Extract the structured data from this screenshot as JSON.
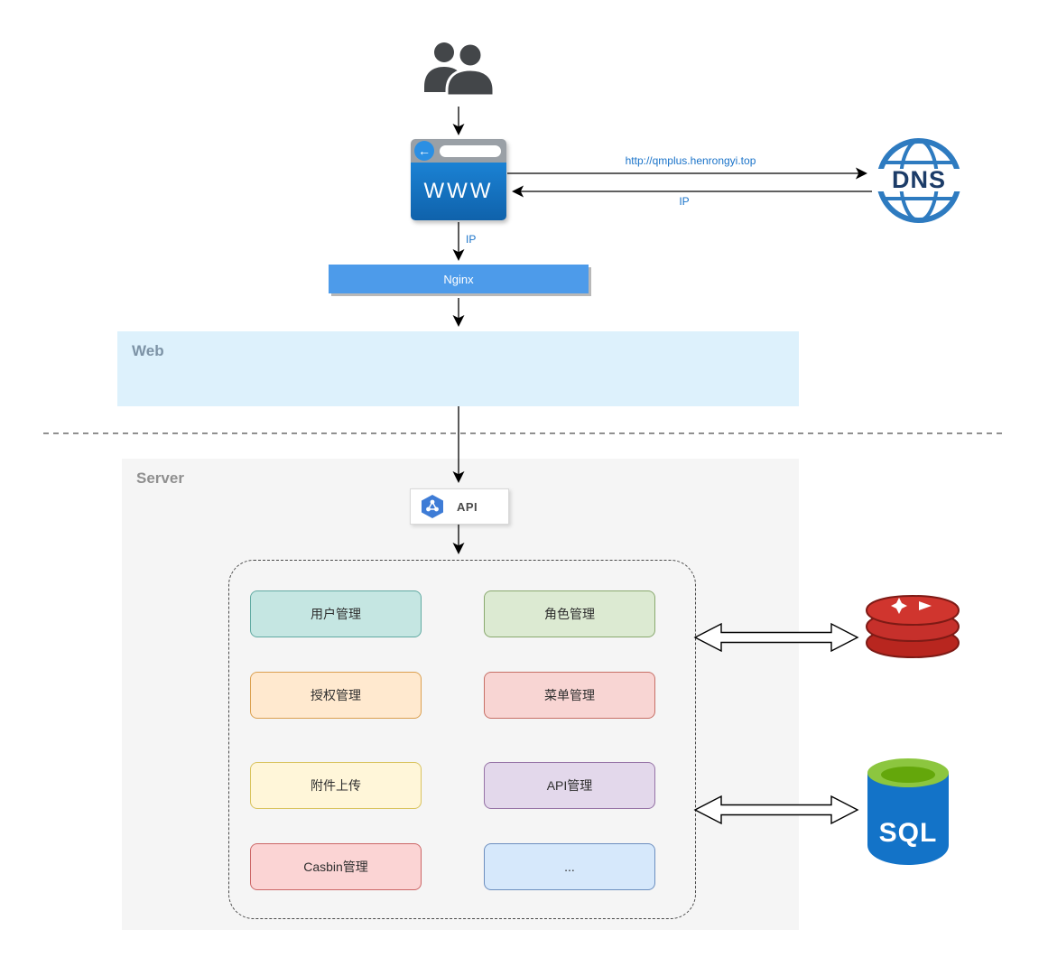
{
  "zones": {
    "web": {
      "label": "Web",
      "fill": "#ddf1fc"
    },
    "server": {
      "label": "Server",
      "fill": "#f5f5f5"
    }
  },
  "nodes": {
    "browser": {
      "label": "WWW"
    },
    "dns": {
      "label": "DNS"
    },
    "nginx": {
      "label": "Nginx",
      "fill": "#4d9bea"
    },
    "api": {
      "label": "API"
    },
    "sql": {
      "label": "SQL"
    }
  },
  "edges": {
    "request_url": "http://qmplus.henrongyi.top",
    "response_ip": "IP",
    "forward_ip": "IP"
  },
  "icons": {
    "back_arrow": "←"
  },
  "modules": [
    {
      "label": "用户管理",
      "fill": "#c5e6e2",
      "border": "#61aaa2"
    },
    {
      "label": "角色管理",
      "fill": "#dcead2",
      "border": "#89a96e"
    },
    {
      "label": "授权管理",
      "fill": "#ffe9cf",
      "border": "#dba050"
    },
    {
      "label": "菜单管理",
      "fill": "#f8d5d3",
      "border": "#c76f66"
    },
    {
      "label": "附件上传",
      "fill": "#fff6d9",
      "border": "#d9c35e"
    },
    {
      "label": "API管理",
      "fill": "#e3d8eb",
      "border": "#9673a6"
    },
    {
      "label": "Casbin管理",
      "fill": "#fbd4d4",
      "border": "#cc6666"
    },
    {
      "label": "...",
      "fill": "#d6e8fb",
      "border": "#6c8ebf"
    }
  ],
  "colors": {
    "edge_label": "#1a73c9",
    "browser_fill": "#1170c0",
    "dns_stroke": "#2e7bc0",
    "redis_red": "#c6302b",
    "sql_blue": "#1373c8",
    "sql_green": "#8cc63f"
  }
}
